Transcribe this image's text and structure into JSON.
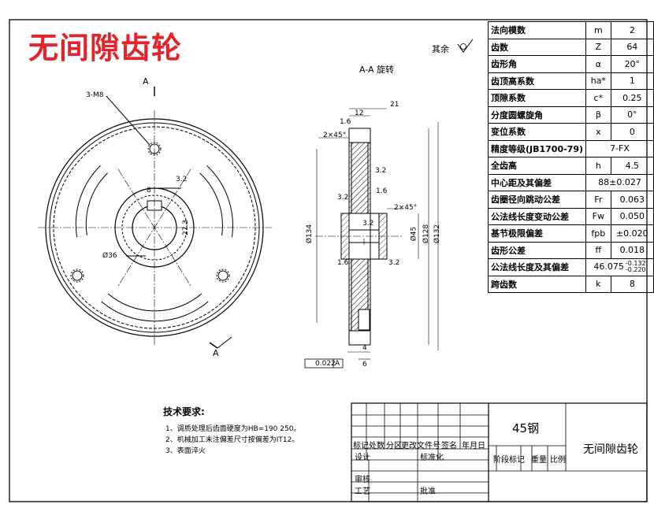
{
  "title": "无间隙齿轮",
  "roughness_note": "其余",
  "section_label": "A-A 旋转",
  "front_view": {
    "section_mark_top": "A",
    "section_mark_bottom": "A",
    "hole_callout": "3-M8",
    "keyway_dim": "8",
    "bore_dim": "27.3",
    "circle_dim": "Ø36",
    "roughness": "3.2"
  },
  "section_view": {
    "dim_width": "21",
    "dim_hub": "12",
    "dim_chamfer_top": "2×45°",
    "dim_chamfer_mid": "2×45°",
    "dim_outer_left": "Ø134",
    "dim_inner": "Ø45",
    "dim_root": "Ø128",
    "dim_tip": "Ø132",
    "dim_bottom_1": "4",
    "dim_bottom_2": "6",
    "tolerance_frame": "0.022",
    "tolerance_ref": "A",
    "roughness_values": [
      "1.6",
      "3.2",
      "3.2",
      "1.6",
      "3.2",
      "1.6",
      "3.2"
    ]
  },
  "params": [
    {
      "name": "法向模数",
      "sym": "m",
      "val": "2"
    },
    {
      "name": "齿数",
      "sym": "Z",
      "val": "64"
    },
    {
      "name": "齿形角",
      "sym": "α",
      "val": "20°"
    },
    {
      "name": "齿顶高系数",
      "sym": "ha*",
      "val": "1"
    },
    {
      "name": "顶隙系数",
      "sym": "c*",
      "val": "0.25"
    },
    {
      "name": "分度圆螺旋角",
      "sym": "β",
      "val": "0°"
    },
    {
      "name": "变位系数",
      "sym": "x",
      "val": "0"
    },
    {
      "name": "精度等级(JB1700-79)",
      "span": "7-FX"
    },
    {
      "name": "全齿高",
      "sym": "h",
      "val": "4.5"
    },
    {
      "name": "中心距及其偏差",
      "span": "88±0.027"
    },
    {
      "name": "齿圈径向跳动公差",
      "sym": "Fr",
      "val": "0.063"
    },
    {
      "name": "公法线长度变动公差",
      "sym": "Fw",
      "val": "0.050"
    },
    {
      "name": "基节极限偏差",
      "sym": "fpb",
      "val": "±0.020"
    },
    {
      "name": "齿形公差",
      "sym": "ff",
      "val": "0.018"
    },
    {
      "name": "公法线长度及其偏差",
      "span": "46.075",
      "sup": "-0.132",
      "sub": "-0.220"
    },
    {
      "name": "跨齿数",
      "sym": "k",
      "val": "8"
    }
  ],
  "tech_req": {
    "heading": "技术要求:",
    "items": [
      "1、调质处理后齿面硬度为HB=190 250。",
      "2、机械加工未注偏差尺寸按偏差为IT12。",
      "3、表面淬火"
    ]
  },
  "title_block": {
    "material": "45钢",
    "part_name": "无间隙齿轮",
    "labels": {
      "mark": "标记",
      "count": "处数",
      "zone": "分区",
      "change_doc": "更改文件号",
      "sign": "签名",
      "date": "年月日",
      "design": "设计",
      "standard": "标准化",
      "review": "审核",
      "process": "工艺",
      "approve": "批准",
      "stage": "阶段标记",
      "weight": "重量",
      "scale": "比例"
    }
  }
}
